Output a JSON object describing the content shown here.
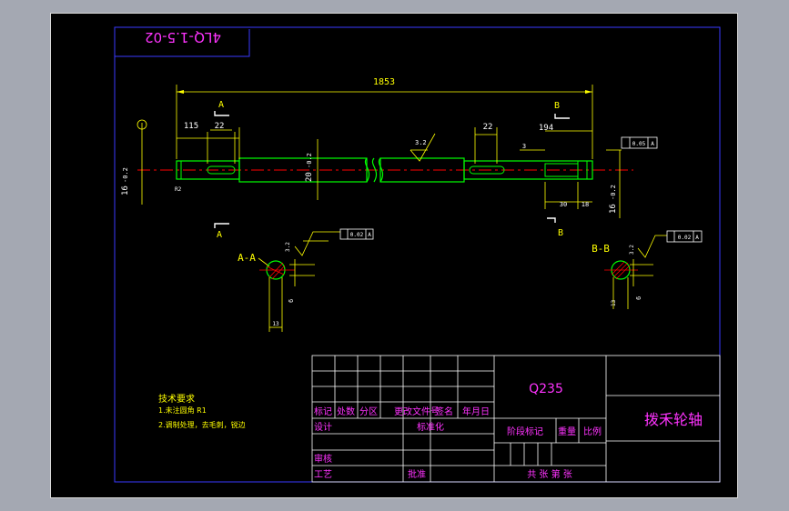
{
  "drawing": {
    "code_mirrored": "4LQ-1.5-02",
    "overall_length": "1853",
    "dim_left_offset": "115",
    "dim_key_left": "22",
    "dim_key_right": "22",
    "dim_right_offset": "194",
    "dia_left": "16",
    "dia_left_tol": "-0.2",
    "dia_mid": "20",
    "dia_mid_tol": "-0.2",
    "dia_right": "16",
    "dia_right_tol": "-0.2",
    "roughness_main": "3.2",
    "roughness_aa": "3.2",
    "roughness_bb": "3.2",
    "dim_30": "30",
    "dim_18": "18",
    "dim_3": "3",
    "dim_6_aa": "6",
    "dim_6_bb": "6",
    "dim_13_aa": "13",
    "dim_13_bb": "13",
    "dim_002": "R2",
    "tol_top": "0.05",
    "tol_aa": "0.02",
    "tol_bb": "0.02",
    "tol_frame_top": "A",
    "tol_frame_aa": "A",
    "tol_frame_bb": "A",
    "section_a": "A",
    "section_b": "B",
    "view_aa": "A-A",
    "view_bb": "B-B"
  },
  "notes": {
    "heading": "技术要求",
    "line1": "1.未注圆角 R1",
    "line2": "2.调制处理，去毛刺，锐边"
  },
  "titleblock": {
    "material": "Q235",
    "part_name": "拨禾轮轴",
    "row_headers": [
      "标记",
      "处数",
      "分区",
      "更改文件号",
      "签名",
      "年月日"
    ],
    "design": "设计",
    "standardize": "标准化",
    "stage_mark": "阶段标记",
    "weight": "重量",
    "scale": "比例",
    "review": "审核",
    "process": "工艺",
    "approve": "批准",
    "sheets": "共  张  第  张"
  },
  "colors": {
    "background": "#000000",
    "dimension": "#ffff00",
    "outline": "#00ff00",
    "centerline": "#ff0000",
    "frame": "#3a3aff",
    "text": "#ff33ff",
    "table": "#ffffff"
  }
}
